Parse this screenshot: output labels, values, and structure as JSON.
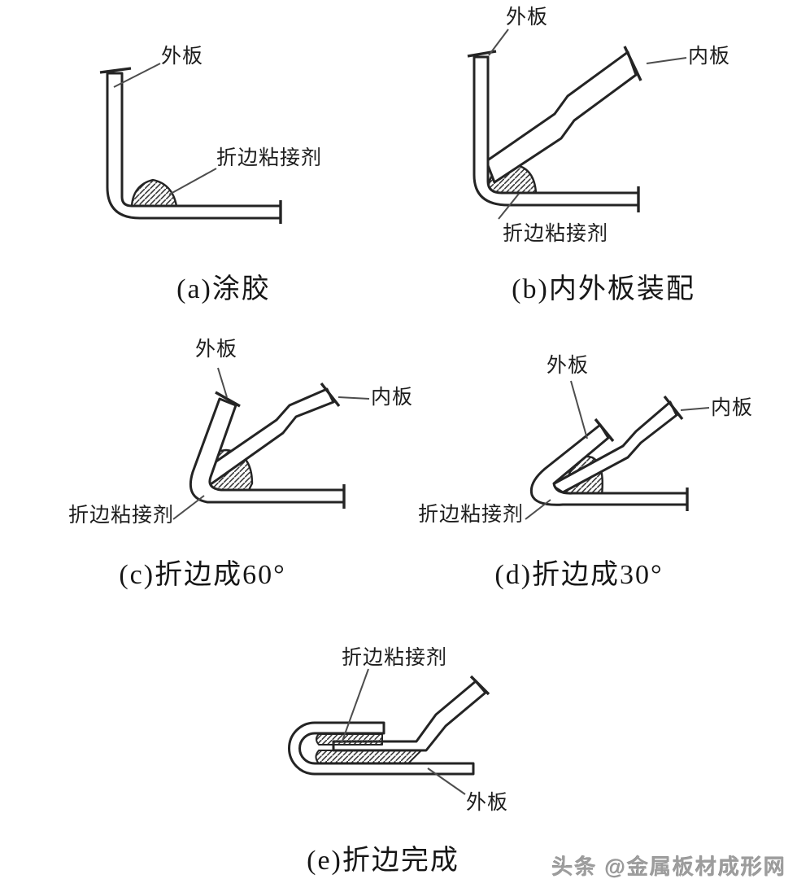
{
  "figure": {
    "background": "#ffffff",
    "line_color": "#242424",
    "leader_color": "#4d4d4d",
    "hatch_color": "#3a3a3a"
  },
  "labels": {
    "outer_panel": "外板",
    "inner_panel": "内板",
    "adhesive": "折边粘接剂"
  },
  "panels": [
    {
      "id": "a",
      "caption": "(a)涂胶"
    },
    {
      "id": "b",
      "caption": "(b)内外板装配"
    },
    {
      "id": "c",
      "caption": "(c)折边成60°"
    },
    {
      "id": "d",
      "caption": "(d)折边成30°"
    },
    {
      "id": "e",
      "caption": "(e)折边完成"
    }
  ],
  "watermark": {
    "text": "头条 @金属板材成形网",
    "color": "#9d9d9d"
  }
}
